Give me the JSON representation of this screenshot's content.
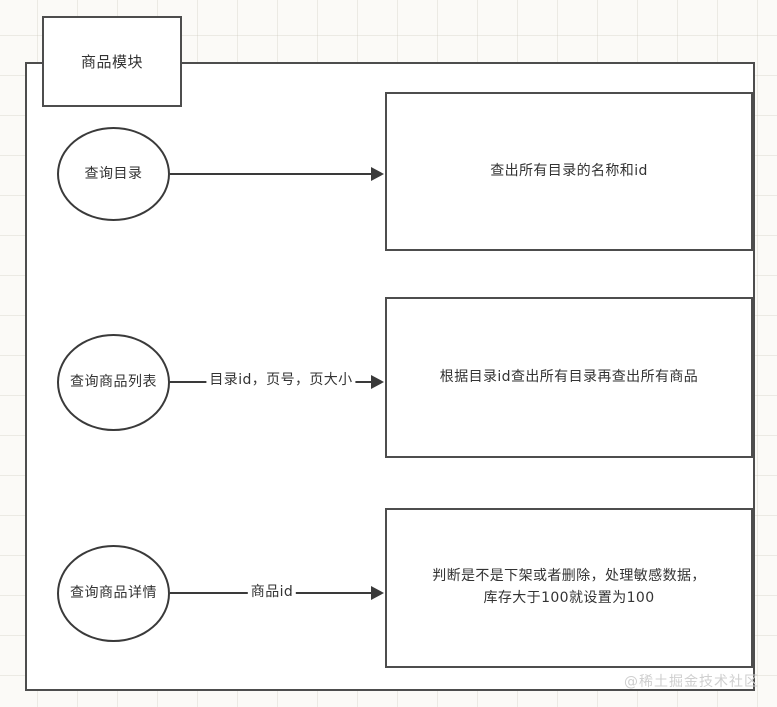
{
  "diagram": {
    "module_title": "商品模块",
    "watermark": "@稀土掘金技术社区",
    "nodes": [
      {
        "id": "query-catalog",
        "circle_label": "查询目录",
        "edge_label": "",
        "description_line1": "查出所有目录的名称和id",
        "description_line2": ""
      },
      {
        "id": "query-product-list",
        "circle_label": "查询商品列表",
        "edge_label": "目录id，页号，页大小",
        "description_line1": "根据目录id查出所有目录再查出所有商品",
        "description_line2": ""
      },
      {
        "id": "query-product-detail",
        "circle_label": "查询商品详情",
        "edge_label": "商品id",
        "description_line1": "判断是不是下架或者删除，处理敏感数据，",
        "description_line2": "库存大于100就设置为100"
      }
    ],
    "colors": {
      "stroke": "#4d4d4d",
      "circle_stroke": "#3a3a3a",
      "text": "#333333",
      "background": "#fbfaf7",
      "shape_fill": "#ffffff",
      "watermark": "#cfcfcf"
    }
  }
}
